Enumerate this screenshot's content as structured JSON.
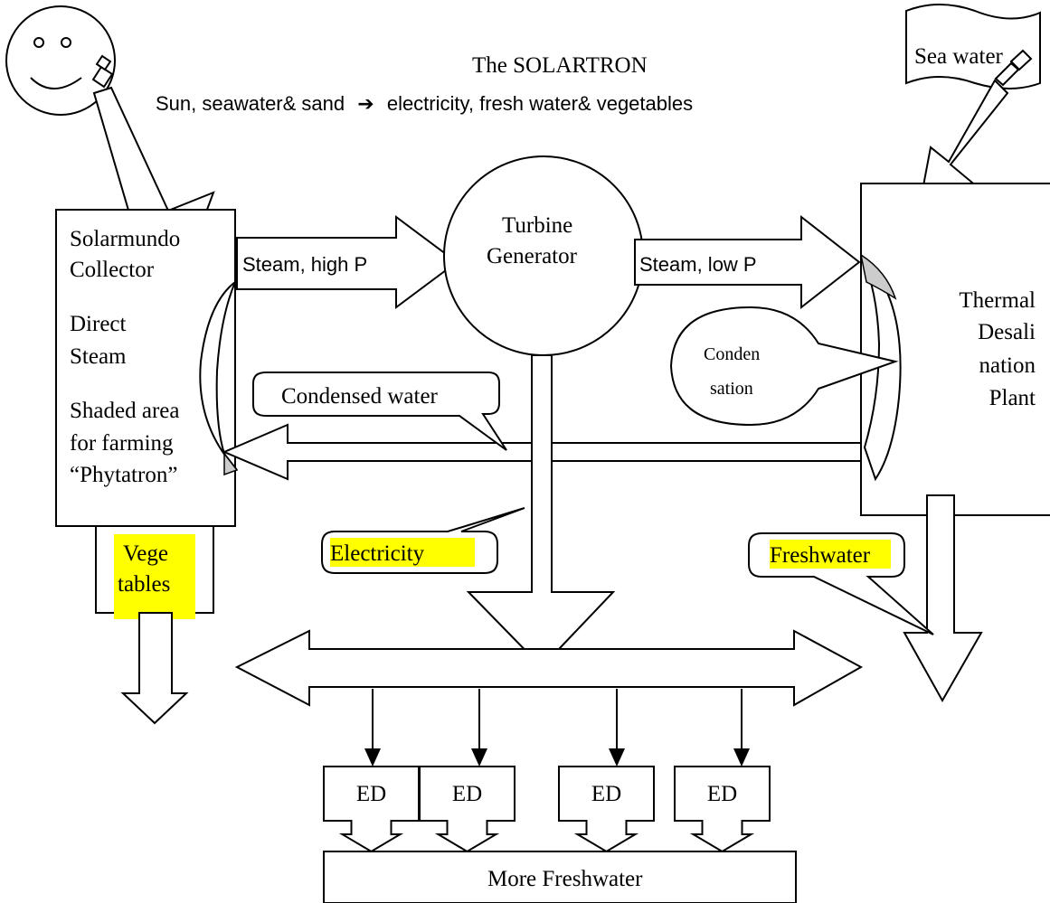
{
  "title": "The SOLARTRON",
  "subtitle": {
    "left": "Sun, seawater& sand",
    "arrow": "➔",
    "right": "electricity, fresh water& vegetables"
  },
  "sea_label": "Sea water",
  "collector": {
    "line1": "Solarmundo",
    "line2": "Collector",
    "line3": "Direct",
    "line4": "Steam",
    "line5": "Shaded area",
    "line6": "for farming",
    "line7": "“Phytatron”"
  },
  "turbine": {
    "line1": "Turbine",
    "line2": "Generator"
  },
  "steam_high": "Steam, high P",
  "steam_low": "Steam, low P",
  "plant": {
    "line1": "Thermal",
    "line2": "Desali",
    "line3": "nation",
    "line4": "Plant"
  },
  "condensation": {
    "line1": "Conden",
    "line2": "sation"
  },
  "condensed_water": "Condensed water",
  "electricity": "Electricity",
  "freshwater": "Freshwater",
  "vegetables": {
    "line1": "Vege",
    "line2": "tables"
  },
  "ed_units": [
    "ED",
    "ED",
    "ED",
    "ED"
  ],
  "more_freshwater": "More Freshwater",
  "colors": {
    "highlight": "#ffff00",
    "shade": "#cccccc",
    "stroke": "#000000"
  }
}
